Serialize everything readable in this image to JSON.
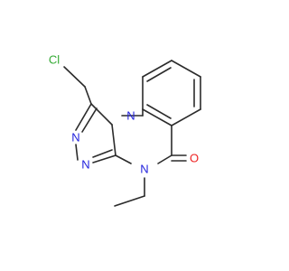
{
  "molecule": {
    "atoms": {
      "cl": {
        "text": "Cl",
        "color": "#33aa33"
      },
      "n1": {
        "text": "N",
        "color": "#2222dd"
      },
      "n2": {
        "text": "N",
        "color": "#2222dd"
      },
      "n3": {
        "text": "N",
        "color": "#2222dd"
      },
      "n4": {
        "text": "N",
        "color": "#2222dd"
      },
      "o": {
        "text": "O",
        "color": "#ee2222"
      }
    },
    "bond_color": "#2b2b2b"
  }
}
